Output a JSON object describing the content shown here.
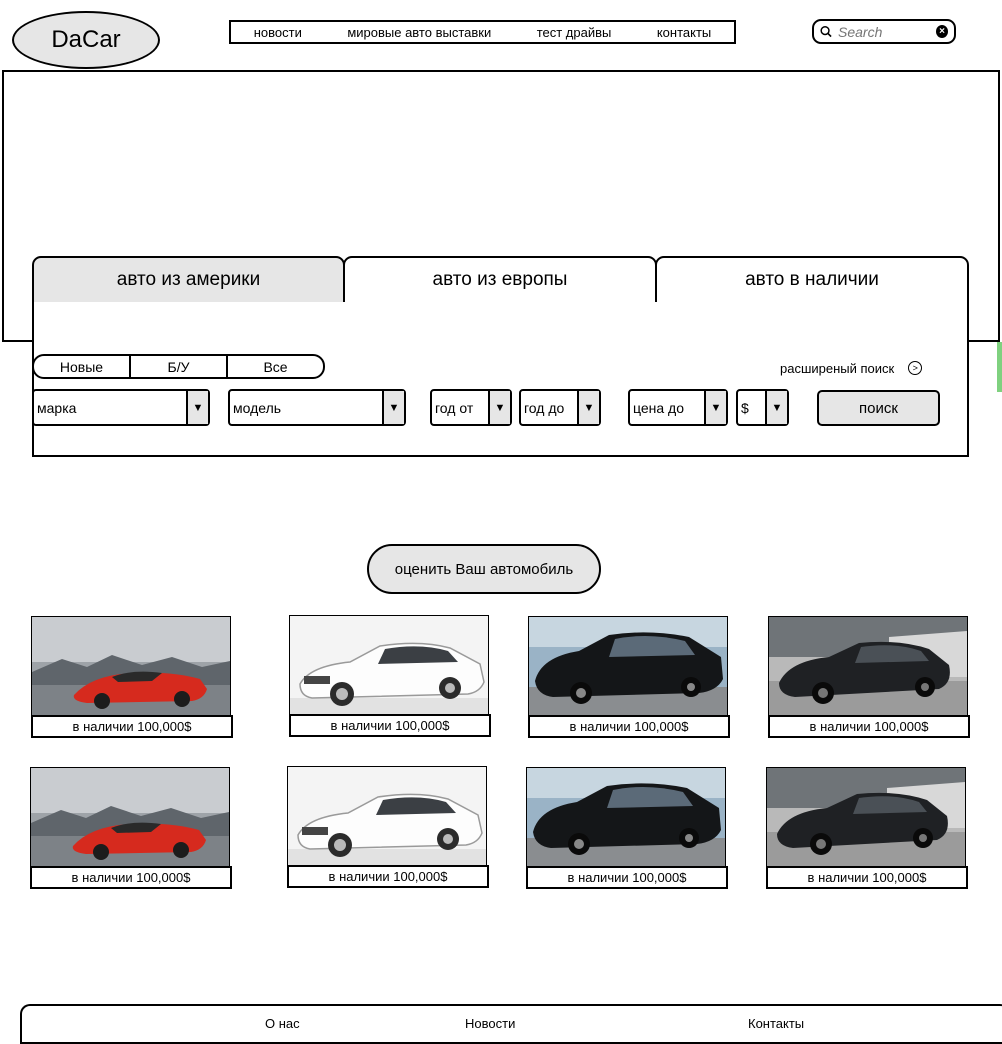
{
  "logo": "DaCar",
  "nav": [
    "новости",
    "мировые авто выставки",
    "тест драйвы",
    "контакты"
  ],
  "search": {
    "placeholder": "Search"
  },
  "tabs": [
    "авто из америки",
    "авто из европы",
    "авто в наличии"
  ],
  "condition": [
    "Новые",
    "Б/У",
    "Все"
  ],
  "advanced_search": "расширеный поиск",
  "filters": {
    "make": "марка",
    "model": "модель",
    "year_from": "год от",
    "year_to": "год до",
    "price_to": "цена до",
    "currency": "$"
  },
  "search_button": "поиск",
  "evaluate_button": "оценить Ваш автомобиль",
  "cars": [
    {
      "caption": "в наличии 100,000$",
      "model": "red-sports-car"
    },
    {
      "caption": "в наличии 100,000$",
      "model": "white-sedan"
    },
    {
      "caption": "в наличии 100,000$",
      "model": "black-sedan"
    },
    {
      "caption": "в наличии 100,000$",
      "model": "black-coupe"
    },
    {
      "caption": "в наличии 100,000$",
      "model": "red-sports-car"
    },
    {
      "caption": "в наличии 100,000$",
      "model": "white-sedan"
    },
    {
      "caption": "в наличии 100,000$",
      "model": "black-sedan"
    },
    {
      "caption": "в наличии 100,000$",
      "model": "black-coupe"
    }
  ],
  "footer": [
    "О нас",
    "Новости",
    "Контакты"
  ],
  "colors": {
    "panel_gray": "#e6e6e6",
    "border": "#000000",
    "accent_green": "#7fd17f"
  }
}
